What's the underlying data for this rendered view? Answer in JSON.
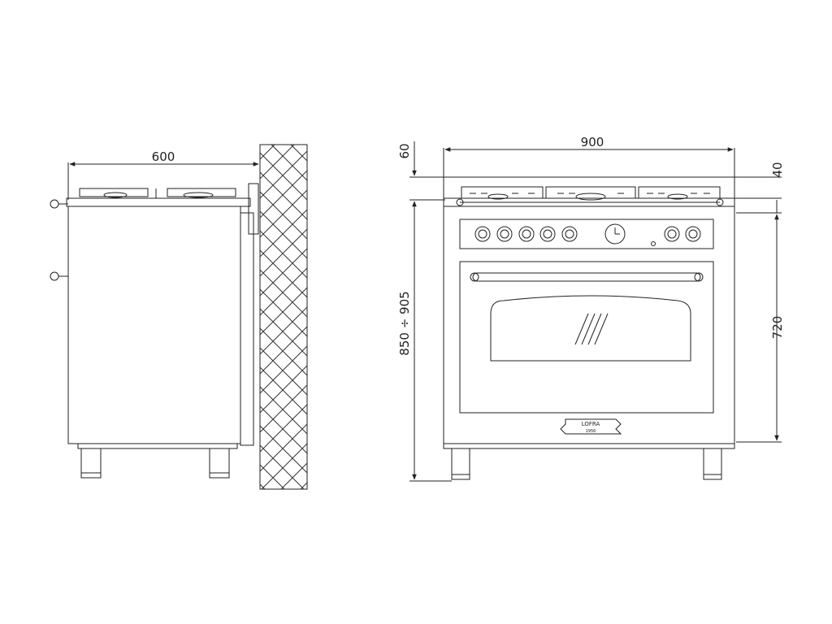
{
  "dimensions": {
    "side_depth": "600",
    "front_width": "900",
    "top_height": "60",
    "backguard_height": "40",
    "total_height": "850 ÷ 905",
    "oven_height": "720"
  },
  "brand_badge": {
    "name": "LOFRA",
    "year": "1956"
  },
  "colors": {
    "line": "#222222",
    "wall_hatch": "#333333",
    "background": "#ffffff"
  }
}
